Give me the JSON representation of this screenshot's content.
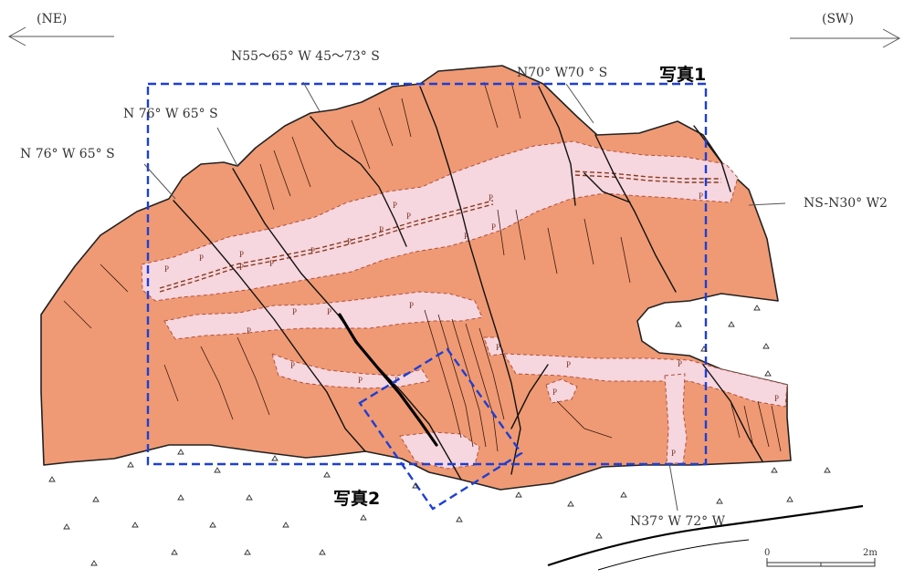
{
  "directions": {
    "left": "(NE)",
    "right": "(SW)"
  },
  "fault_labels": [
    "N 76° W 65° S",
    "N 76° W 65° S",
    "N55〜65° W 45〜73° S",
    "N70° W70 ° S",
    "NS-N30° W2",
    "N37° W 72° W"
  ],
  "photos": {
    "photo1": "写真1",
    "photo2": "写真2"
  },
  "pegmatite_mark": "P",
  "scale": {
    "start": "0",
    "end": "2m"
  },
  "colors": {
    "host_rock": "#ef9a74",
    "pegmatite_vein": "#f6d6df",
    "outline": "#222222",
    "photo_frame": "#1c3fd6",
    "leader": "#555555",
    "talus_mark": "#333333"
  }
}
